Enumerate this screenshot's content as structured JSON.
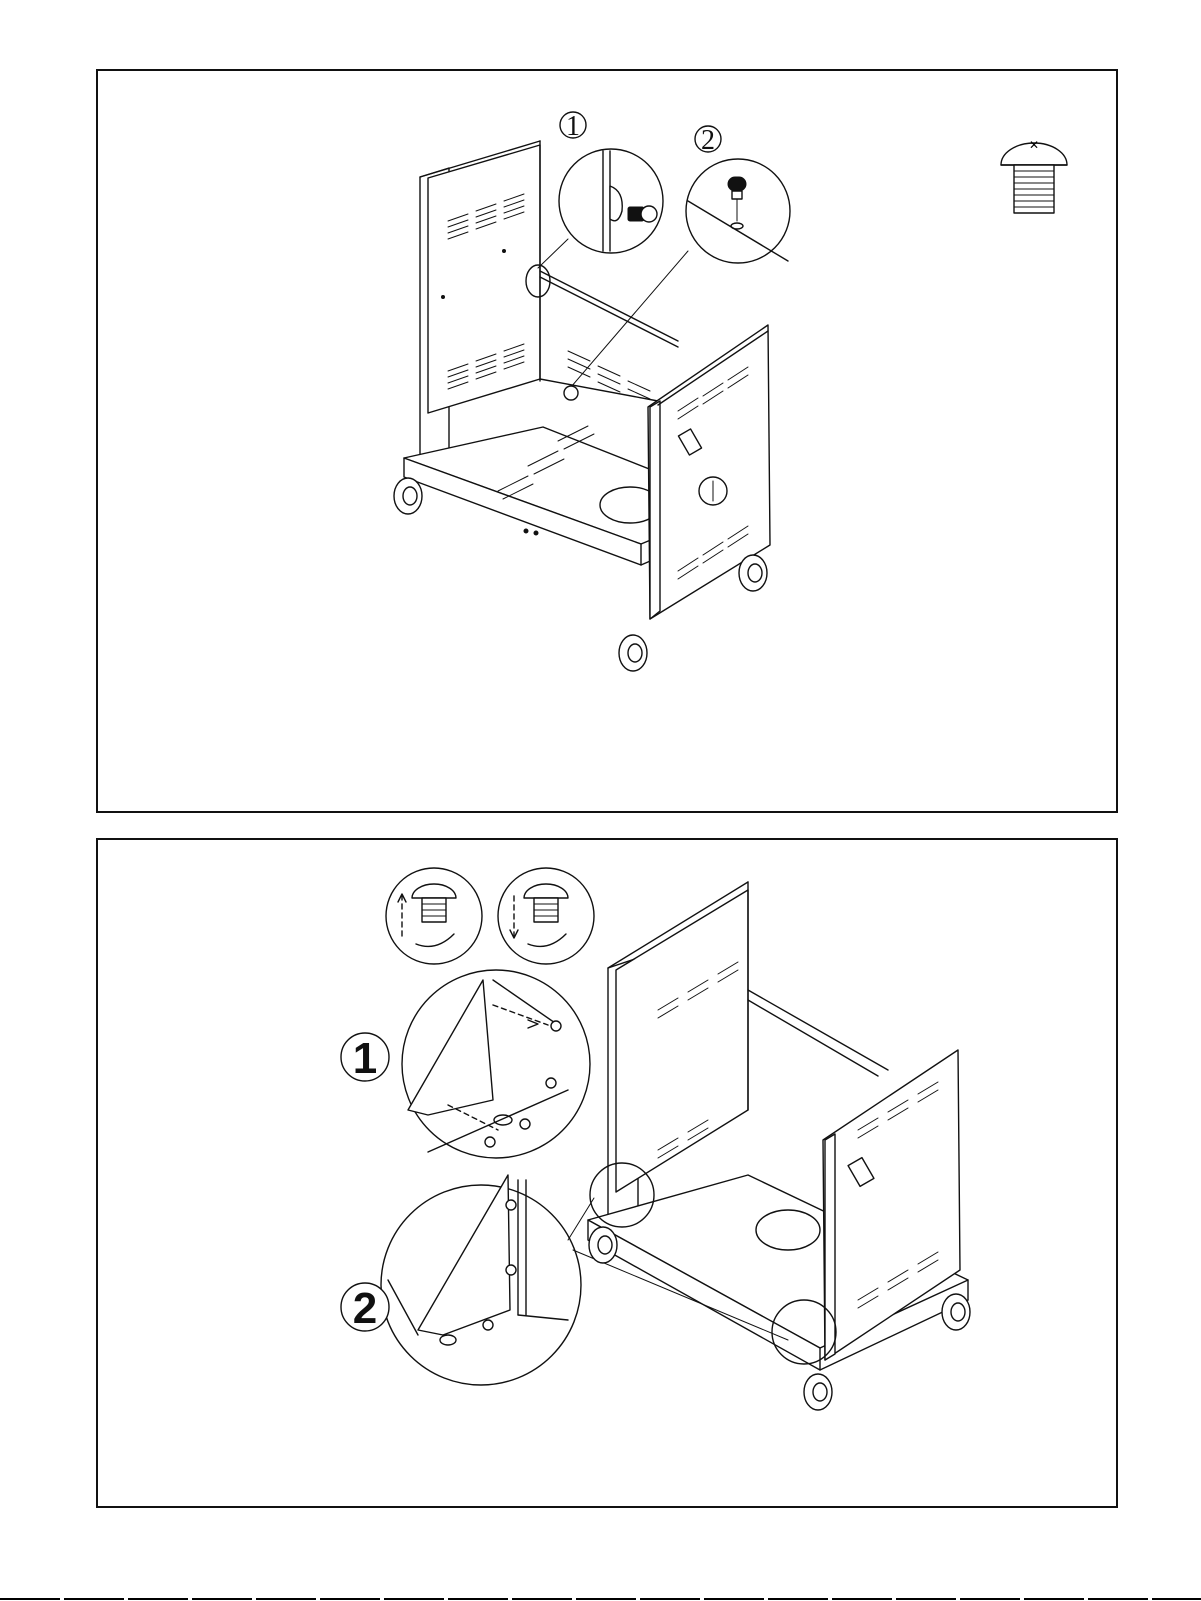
{
  "step_top": {
    "callouts": [
      "1",
      "2"
    ]
  },
  "step_bottom": {
    "callouts": [
      "1",
      "2"
    ]
  },
  "colors": {
    "line": "#111111",
    "paper": "#ffffff"
  },
  "icons": [
    "bolt-icon",
    "rotate-clockwise-icon",
    "rotate-counterclockwise-icon",
    "arrow-icon"
  ]
}
